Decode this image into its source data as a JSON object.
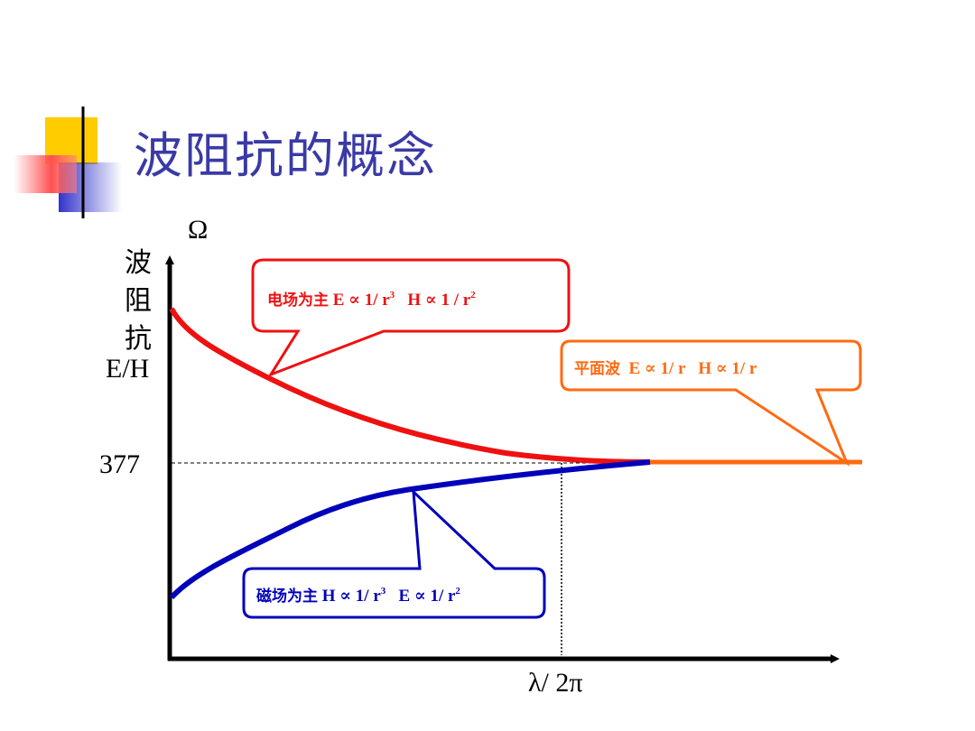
{
  "slide": {
    "title": "波阻抗的概念"
  },
  "colors": {
    "title": "#3a3aa6",
    "electric": "#ee1111",
    "magnetic": "#0000bb",
    "plane": "#ff6a10"
  },
  "axes": {
    "y_unit": "Ω",
    "y_label_lines": [
      "波",
      "阻",
      "抗",
      "E/H"
    ],
    "y_reference": "377",
    "x_label": "λ/ 2π"
  },
  "callouts": {
    "electric": {
      "prefix": "电场为主",
      "e_part": "E ∝ 1/ r",
      "e_exp": "3",
      "h_part": "H ∝ 1 / r",
      "h_exp": "2"
    },
    "plane": {
      "prefix": "平面波",
      "e_part": "E ∝ 1/ r",
      "h_part": "H ∝ 1/ r"
    },
    "magnetic": {
      "prefix": "磁场为主",
      "h_part": "H ∝ 1/ r",
      "h_exp": "3",
      "e_part": "E ∝ 1/ r",
      "e_exp": "2"
    }
  }
}
